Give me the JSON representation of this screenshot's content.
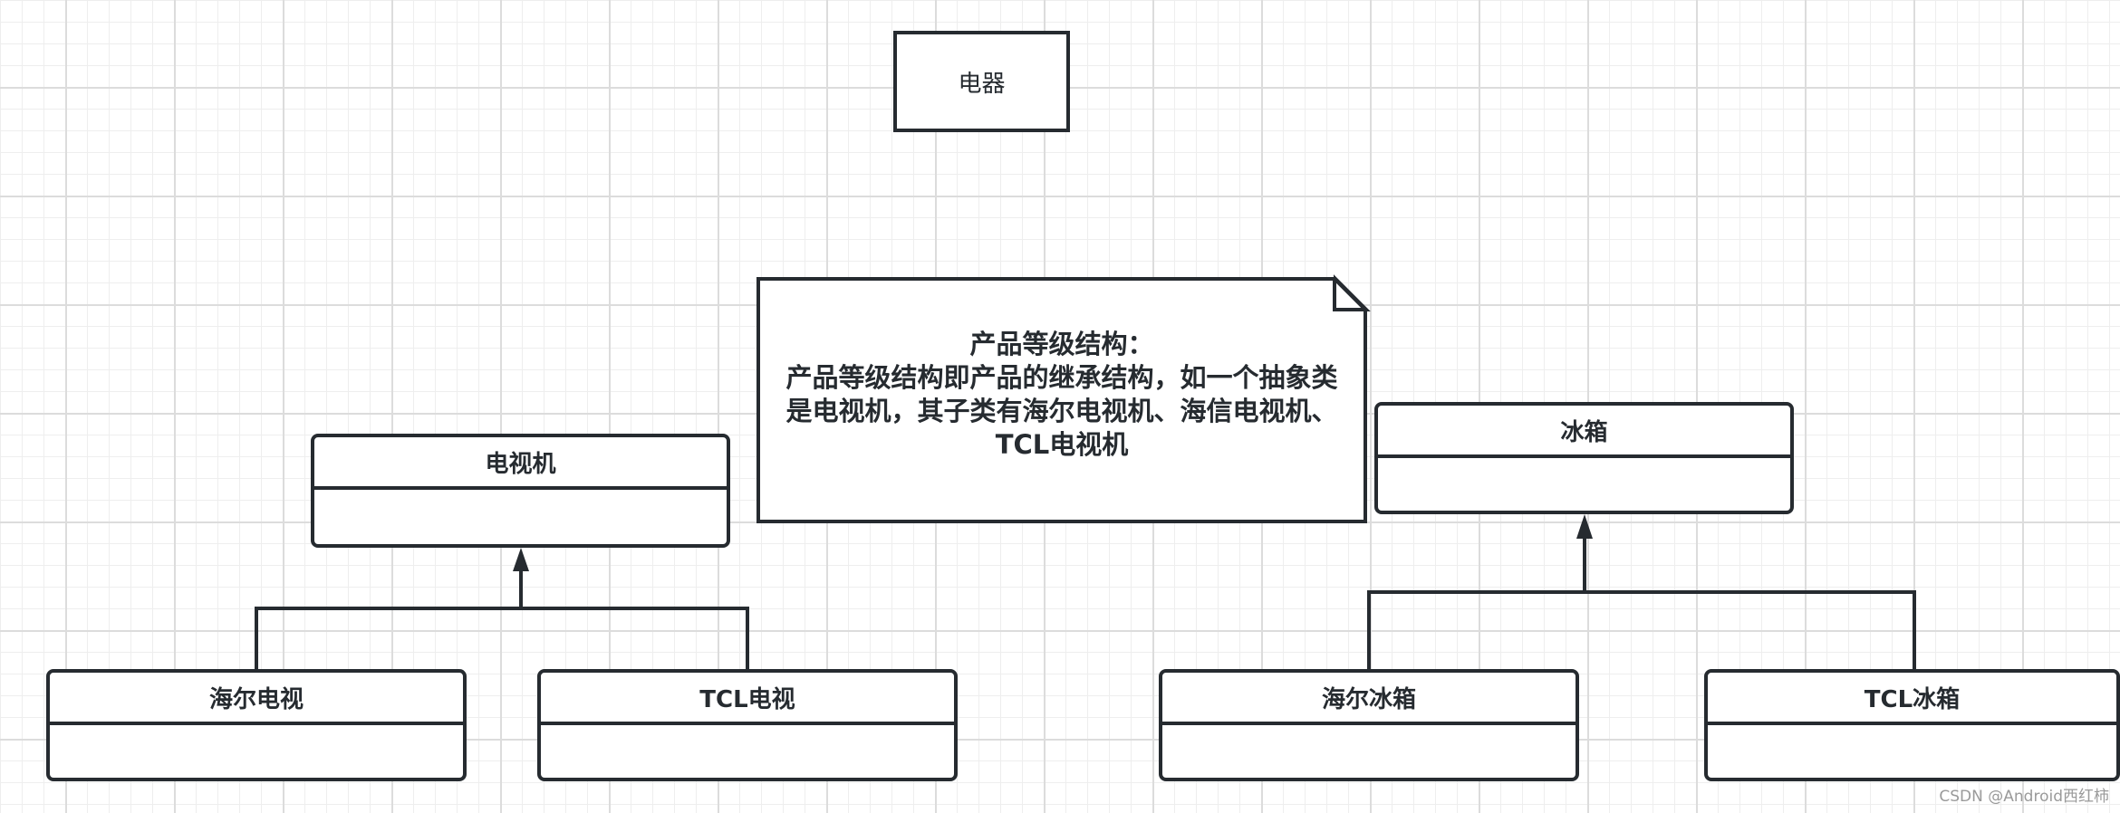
{
  "diagram": {
    "top_box": {
      "label": "电器"
    },
    "note": {
      "lines": [
        "产品等级结构：",
        "产品等级结构即产品的继承结构，如一个抽象类",
        "是电视机，其子类有海尔电视机、海信电视机、",
        "TCL电视机"
      ]
    },
    "classes": {
      "tv": {
        "name": "电视机"
      },
      "haier_tv": {
        "name": "海尔电视"
      },
      "tcl_tv": {
        "name": "TCL电视"
      },
      "fridge": {
        "name": "冰箱"
      },
      "haier_fridge": {
        "name": "海尔冰箱"
      },
      "tcl_fridge": {
        "name": "TCL冰箱"
      }
    }
  },
  "watermark": "CSDN @Android西红柿",
  "colors": {
    "stroke": "#262b30",
    "grid_major": "#dcdcdc",
    "grid_minor": "#eeeeee",
    "background": "#ffffff"
  }
}
